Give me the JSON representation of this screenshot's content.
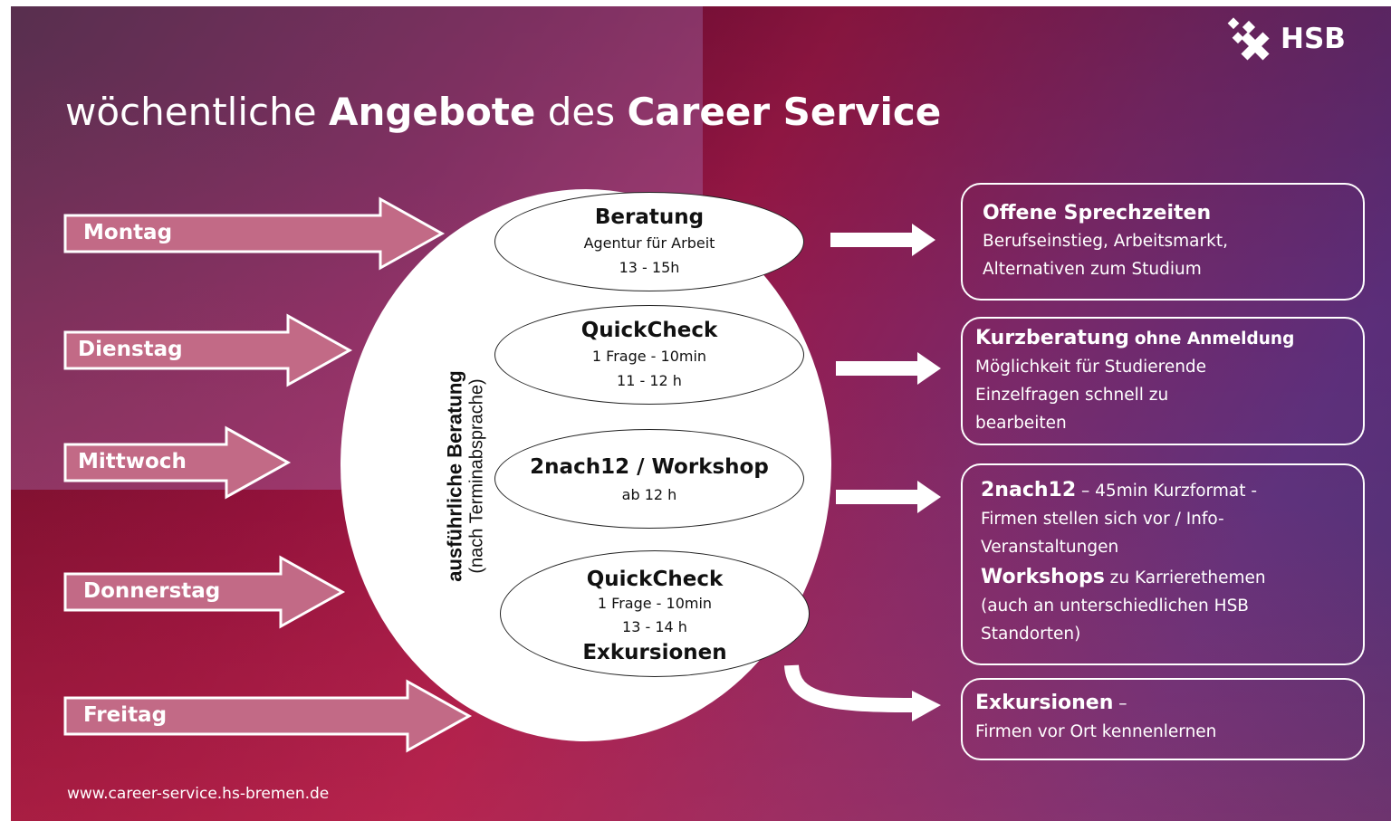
{
  "header": {
    "title_part1": "wöchentliche ",
    "title_part2": "Angebote",
    "title_part3": " des ",
    "title_part4": "Career Service",
    "logo_text": "HSB",
    "logo_icon": "hsb-cross-logo-icon"
  },
  "days": [
    "Montag",
    "Dienstag",
    "Mittwoch",
    "Donnerstag",
    "Freitag"
  ],
  "center": {
    "vertical_label": "ausführliche Beratung",
    "vertical_sublabel": "(nach Terminabsprache)"
  },
  "ovals": [
    {
      "title": "Beratung",
      "line1": "Agentur für Arbeit",
      "line2": "13 - 15h"
    },
    {
      "title": "QuickCheck",
      "line1": "1 Frage - 10min",
      "line2": "11 - 12 h"
    },
    {
      "title": "2nach12 / Workshop",
      "line1": "ab 12 h"
    },
    {
      "title": "QuickCheck",
      "line1": "1 Frage - 10min",
      "line2": "13 - 14 h",
      "line3": "Exkursionen"
    }
  ],
  "boxes": {
    "sprechzeiten": {
      "title": "Offene Sprechzeiten",
      "line1": "Berufseinstieg, Arbeitsmarkt,",
      "line2": "Alternativen zum Studium"
    },
    "kurzberatung": {
      "title": "Kurzberatung",
      "title_suffix": "ohne Anmeldung",
      "line1": "Möglichkeit für Studierende",
      "line2": "Einzelfragen  schnell zu",
      "line3": "bearbeiten"
    },
    "nach12": {
      "title": "2nach12",
      "title_suffix": "– 45min Kurzformat -",
      "line1": "Firmen stellen sich vor / Info-",
      "line2": "Veranstaltungen",
      "workshops": "Workshops",
      "workshops_suffix": " zu Karrierethemen",
      "line3": "(auch an unterschiedlichen HSB",
      "line4": "Standorten)"
    },
    "exkursionen": {
      "title": "Exkursionen",
      "title_suffix": " –",
      "line1": "Firmen vor Ort kennenlernen"
    }
  },
  "footer": {
    "url": "www.career-service.hs-bremen.de"
  },
  "colors": {
    "day_arrow_fill": "#c26a86",
    "text": "#ffffff",
    "oval_fill": "#ffffff"
  }
}
